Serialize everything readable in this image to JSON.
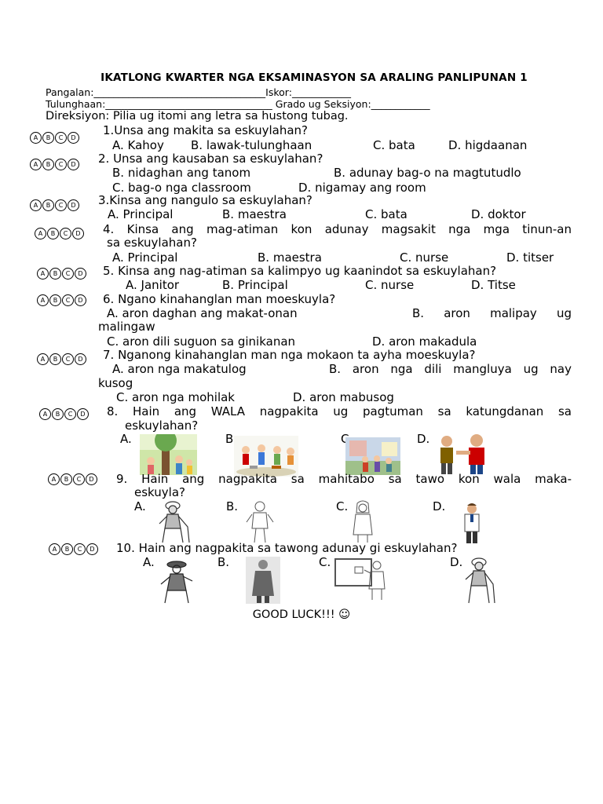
{
  "header": {
    "title": "IKATLONG KWARTER NGA EKSAMINASYON SA ARALING PANLIPUNAN 1",
    "name_label": "Pangalan:___________________________________Iskor:____________",
    "address_label": "Tulunghaan:__________________________________ Grado ug Seksiyon:____________",
    "direction": "Direksiyon: Pilia ug itomi ang letra sa hustong tubag."
  },
  "bubble_letters": [
    "A",
    "B",
    "C",
    "D"
  ],
  "questions": [
    {
      "text": "1.Unsa ang makita sa eskuylahan?",
      "choices": [
        "A. Kahoy",
        "B. lawak-tulunghaan",
        "C. bata",
        "D. higdaanan"
      ]
    },
    {
      "text": "2. Unsa ang kausaban sa eskuylahan?",
      "choices": [
        "B. nidaghan ang tanom",
        "B. adunay bag-o na magtutudlo",
        "C. bag-o nga classroom",
        "D. nigamay ang room"
      ]
    },
    {
      "text": "3.Kinsa ang nangulo sa eskuylahan?",
      "choices": [
        "A.   Principal",
        "B. maestra",
        "C. bata",
        "D. doktor"
      ]
    },
    {
      "text": "4. Kinsa ang mag-atiman kon adunay magsakit nga mga tinun-an",
      "cont": "sa eskuylahan?",
      "choices": [
        "A. Principal",
        "B. maestra",
        "C. nurse",
        "D. titser"
      ]
    },
    {
      "text": "5.  Kinsa ang nag-atiman sa kalimpyo ug kaanindot sa eskuylahan?",
      "choices": [
        "A. Janitor",
        "B. Principal",
        "C. nurse",
        "D. Titse"
      ]
    },
    {
      "text": "6.  Ngano kinahanglan man moeskuyla?",
      "choices": [
        "A. aron daghan ang makat-onan",
        "B.   aron   malipay   ug",
        "malingaw",
        "C. aron dili suguon sa ginikanan",
        "D. aron makadula"
      ]
    },
    {
      "text": "7.  Nganong kinahanglan man nga mokaon ta ayha moeskuyla?",
      "choices": [
        "A. aron nga makatulog",
        "B. aron nga dili mangluya ug nay",
        "kusog",
        "C. aron nga mohilak",
        "D. aron mabusog"
      ]
    },
    {
      "text": "8. Hain ang WALA nagpakita ug pagtuman sa katungdanan sa",
      "cont": "eskuylahan?",
      "choices": [
        "A.",
        "B.",
        "C.",
        "D."
      ]
    },
    {
      "text": "9. Hain ang nagpakita sa mahitabo sa tawo kon wala maka-",
      "cont": "eskuyla?",
      "choices": [
        "A.",
        "B.",
        "C.",
        "D."
      ]
    },
    {
      "text": "10.   Hain ang nagpakita sa tawong adunay gi eskuylahan?",
      "choices": [
        "A.",
        "B.",
        "C.",
        "D."
      ]
    }
  ],
  "footer": "GOOD LUCK!!! ☺",
  "colors": {
    "ink": "#000000",
    "paper": "#ffffff"
  }
}
